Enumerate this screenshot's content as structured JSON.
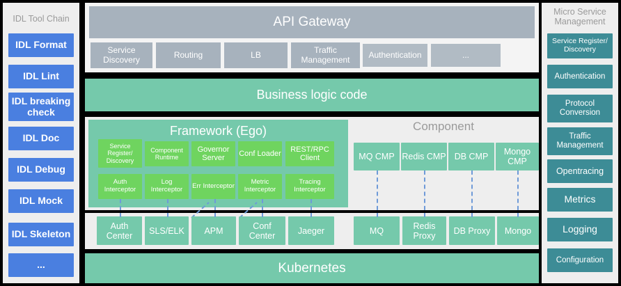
{
  "left_sidebar": {
    "title": "IDL Tool Chain",
    "color": "#4a7fe0",
    "items": [
      {
        "label": "IDL Format"
      },
      {
        "label": "IDL Lint"
      },
      {
        "label": "IDL breaking check"
      },
      {
        "label": "IDL Doc"
      },
      {
        "label": "IDL Debug"
      },
      {
        "label": "IDL Mock"
      },
      {
        "label": "IDL Skeleton"
      },
      {
        "label": "..."
      }
    ]
  },
  "right_sidebar": {
    "title": "Micro Service Management",
    "color": "#3d8c96",
    "items": [
      {
        "label": "Service Register/ Discovery",
        "size": 10.5
      },
      {
        "label": "Authentication",
        "size": 11.5
      },
      {
        "label": "Protocol Conversion",
        "size": 11.5
      },
      {
        "label": "Traffic Management",
        "size": 11.5
      },
      {
        "label": "Opentracing",
        "size": 12.5
      },
      {
        "label": "Metrics",
        "size": 14
      },
      {
        "label": "Logging",
        "size": 14
      },
      {
        "label": "Configuration",
        "size": 11.5
      }
    ]
  },
  "api_gateway": {
    "title": "API Gateway",
    "color": "#a7b2bd",
    "items": [
      {
        "label": "Service Discovery"
      },
      {
        "label": "Routing"
      },
      {
        "label": "LB"
      },
      {
        "label": "Traffic Management"
      },
      {
        "label": "Authentication"
      },
      {
        "label": "..."
      }
    ]
  },
  "business": {
    "title": "Business logic code",
    "color": "#75c9ab"
  },
  "framework": {
    "title": "Framework  (Ego)",
    "color": "#75c9ab",
    "inner_color": "#6fd45f",
    "row1": [
      {
        "label": "Service Register/ Discovery"
      },
      {
        "label": "Component Runtime"
      },
      {
        "label": "Governor Server"
      },
      {
        "label": "Conf Loader"
      },
      {
        "label": "REST/RPC Client"
      }
    ],
    "row2": [
      {
        "label": "Auth Interceptor"
      },
      {
        "label": "Log Interceptor"
      },
      {
        "label": "Err Interceptor"
      },
      {
        "label": "Metric Interceptor"
      },
      {
        "label": "Tracing Interceptor"
      }
    ]
  },
  "component": {
    "title": "Component",
    "color": "#75c9ab",
    "items": [
      {
        "label": "MQ CMP"
      },
      {
        "label": "Redis CMP"
      },
      {
        "label": "DB CMP"
      },
      {
        "label": "Mongo CMP"
      }
    ]
  },
  "infrastructure": {
    "color": "#75c9ab",
    "left_items": [
      {
        "label": "Auth Center"
      },
      {
        "label": "SLS/ELK"
      },
      {
        "label": "APM"
      },
      {
        "label": "Conf Center"
      },
      {
        "label": "Jaeger"
      }
    ],
    "right_items": [
      {
        "label": "MQ"
      },
      {
        "label": "Redis Proxy"
      },
      {
        "label": "DB Proxy"
      },
      {
        "label": "Mongo"
      }
    ]
  },
  "kubernetes": {
    "title": "Kubernetes",
    "color": "#75c9ab"
  },
  "connectors": {
    "color": "#6e9ad8",
    "style": "dashed"
  }
}
